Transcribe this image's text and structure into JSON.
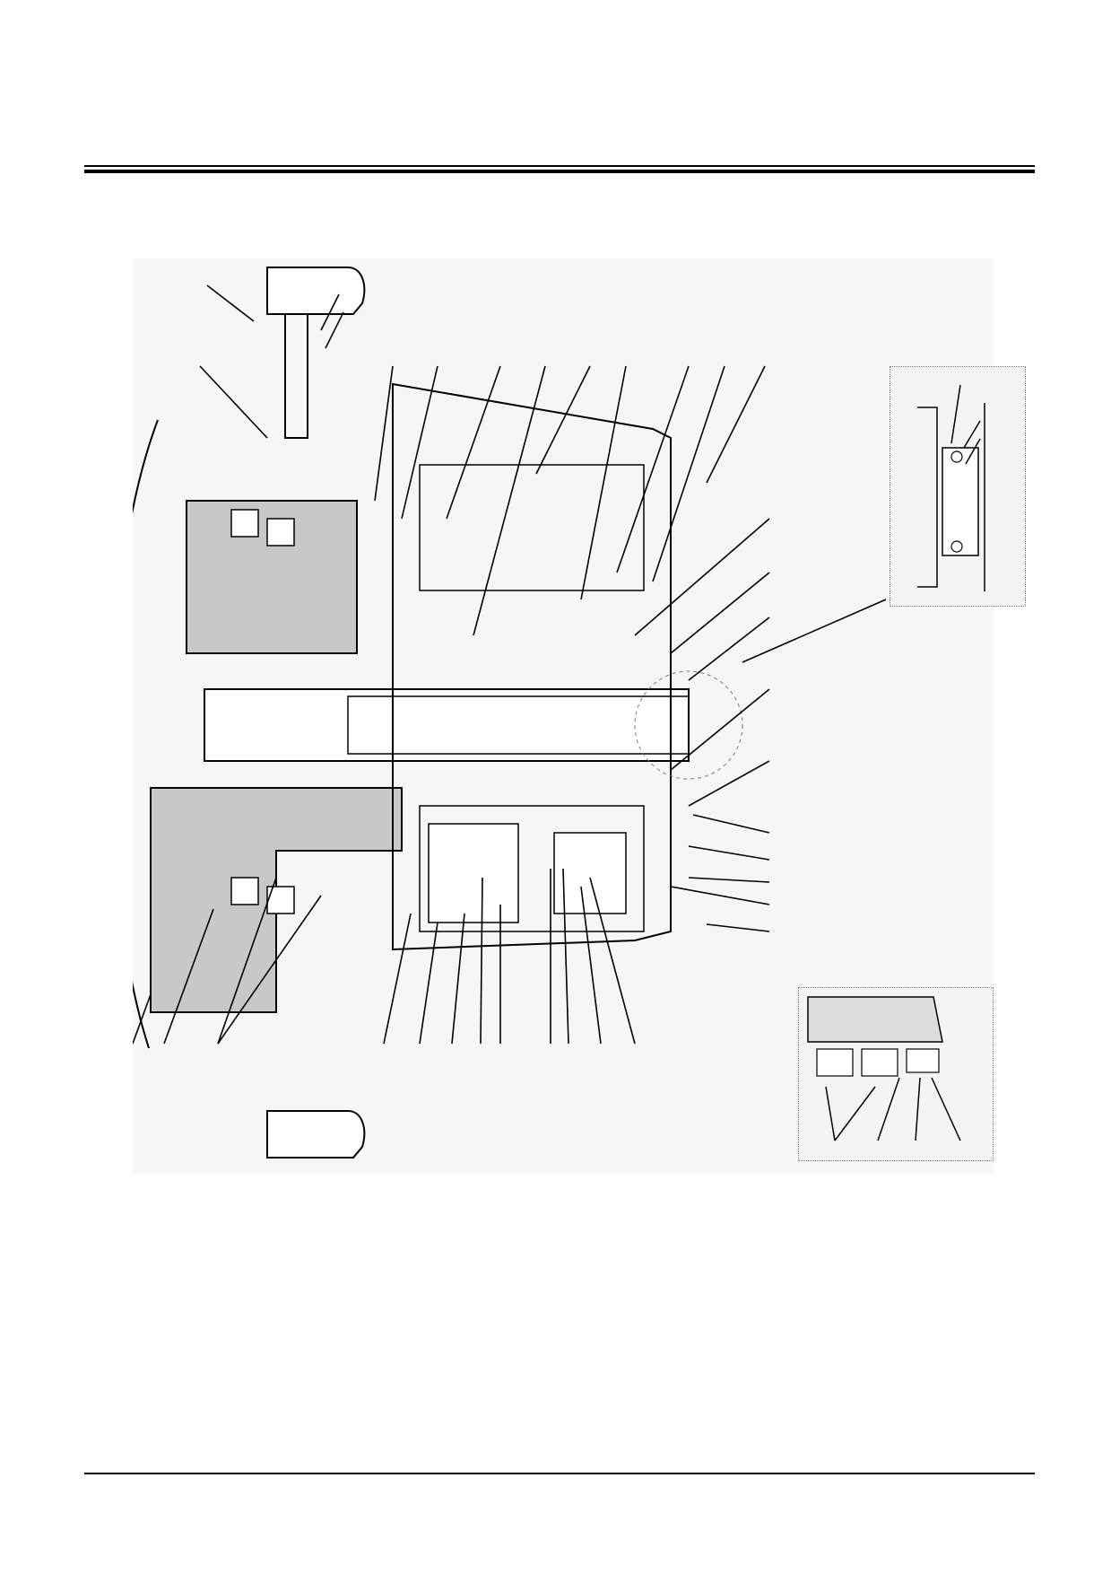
{
  "document": {
    "header_rule": "",
    "footer_rule": ""
  },
  "diagram": {
    "view": "cross-section",
    "leaders_main": 40,
    "leaders_inset_right": 3,
    "leaders_inset_bottom": 4,
    "colors": {
      "line": "#000000",
      "shade": "#c8c8c8",
      "background": "#f6f6f6"
    }
  }
}
